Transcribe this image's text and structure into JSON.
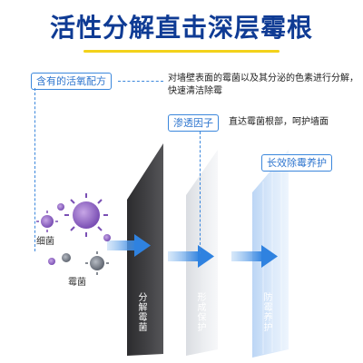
{
  "headline": "活性分解直击深层霉根",
  "callouts": {
    "active_oxygen": {
      "tag": "含有的活氧配方",
      "text_line1": "对墙壁表面的霉菌以及其分泌的色素进行分解，",
      "text_line2": "快速清洁除霉"
    },
    "penetration": {
      "tag": "渗透因子",
      "text": "直达霉菌根部，呵护墙面"
    },
    "long_lasting": {
      "tag": "长效除霉养护"
    }
  },
  "panels": {
    "decompose": "分解霉菌",
    "protect": "形成保护",
    "mold_care": "防霉养护"
  },
  "microbes": {
    "bacteria_label": "细菌",
    "mold_label": "霉菌"
  },
  "colors": {
    "headline": "#0f3b94",
    "accent_yellow": "#f3d21a",
    "tag_border": "#3b87dc",
    "arrow": "#3e8ee6"
  }
}
